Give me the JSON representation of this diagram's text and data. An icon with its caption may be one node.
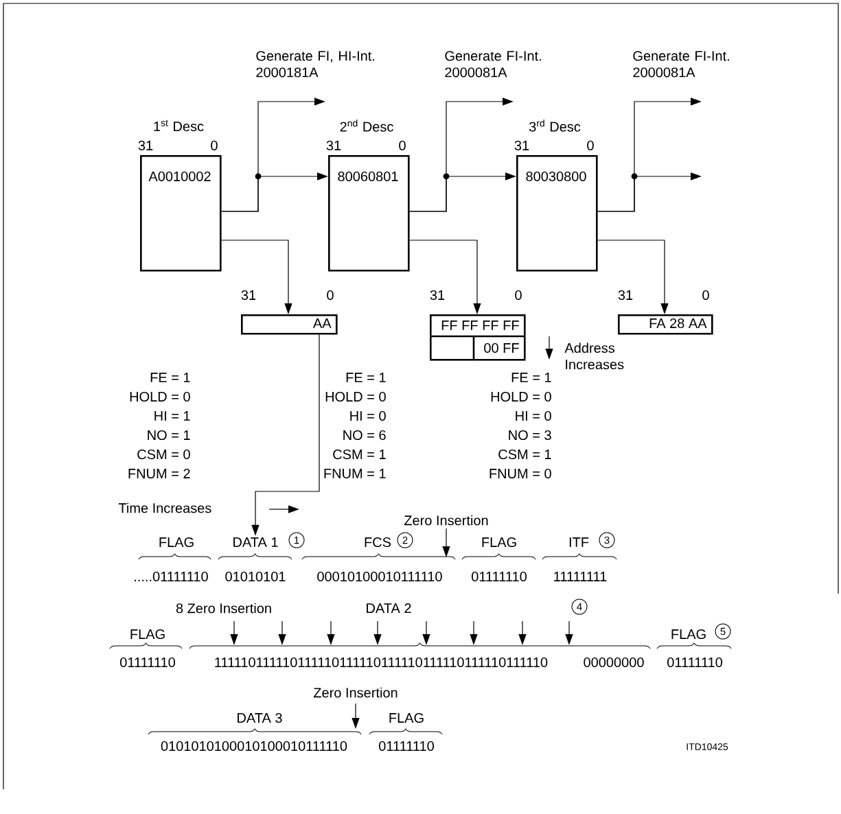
{
  "diagram": {
    "nodes": [
      {
        "text": [
          "A0010002"
        ],
        "beside": [
          "1$^{st}$ Desc",
          "31",
          "0"
        ]
      },
      {
        "text": [
          "80060801"
        ],
        "beside": [
          "2$^{nd}$ Desc",
          "31",
          "0"
        ]
      },
      {
        "text": [
          "80030800"
        ],
        "beside": [
          "3$^{rd}$ Desc",
          "31",
          "0"
        ]
      },
      {
        "text": [
          "AA"
        ],
        "beside": [
          "31",
          "0"
        ]
      },
      {
        "text": [
          "FF FF FF FF",
          "00 FF"
        ],
        "beside": [
          "31",
          "0"
        ]
      },
      {
        "text": [
          "FA 28 AA"
        ],
        "beside": [
          "31",
          "0"
        ]
      },
      {
        "text": [
          "DATA 1"
        ]
      }
    ],
    "edges": [
      {
        "from": 0,
        "to": 1,
        "arrow": "to"
      },
      {
        "from": 0,
        "to": null,
        "arrow": "to",
        "label": "Generate FI, HI-Int. 2000181A"
      },
      {
        "from": 1,
        "to": 2,
        "arrow": "to"
      },
      {
        "from": 1,
        "to": null,
        "arrow": "to",
        "label": "Generate FI-Int. 2000081A"
      },
      {
        "from": 2,
        "to": null,
        "arrow": "to"
      },
      {
        "from": 2,
        "to": null,
        "arrow": "to",
        "label": "Generate FI-Int. 2000081A"
      },
      {
        "from": 0,
        "to": 3,
        "arrow": "to"
      },
      {
        "from": 1,
        "to": 4,
        "arrow": "to"
      },
      {
        "from": 2,
        "to": 5,
        "arrow": "to"
      },
      {
        "from": 3,
        "to": 6,
        "arrow": "to"
      }
    ],
    "labels": [
      "FE = 1",
      "HOLD = 0",
      "HI = 1",
      "NO = 1",
      "CSM = 0",
      "FNUM = 2",
      "FE = 1",
      "HOLD = 0",
      "HI = 0",
      "NO = 6",
      "CSM = 1",
      "FNUM = 1",
      "Address Increases",
      "FE = 1",
      "HOLD = 0",
      "HI = 0",
      "NO = 3",
      "CSM = 1",
      "FNUM = 0",
      "Time Increases",
      "Zero Insertion",
      "FLAG",
      "1",
      "FCS",
      "2",
      "FLAG",
      "ITF",
      "3",
      ".....01111110",
      "01010101",
      "00010100010111110",
      "01111110",
      "11111111",
      "8 Zero Insertion",
      "DATA 2",
      "4",
      "FLAG",
      "FLAG",
      "5",
      "01111110",
      "111110111110111110111110111110111110111110111110",
      "00000000",
      "01111110",
      "Zero Insertion",
      "DATA 3",
      "FLAG",
      "0101010100010100010111110",
      "01111110",
      "ITD10425"
    ]
  }
}
